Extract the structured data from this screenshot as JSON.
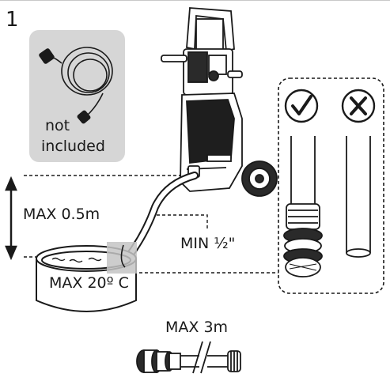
{
  "step_number": "1",
  "hose_note": {
    "line1": "not",
    "line2": "included"
  },
  "labels": {
    "max_height": "MAX 0.5m",
    "min_submersion": "MIN ½\"",
    "max_temperature": "MAX 20º C",
    "max_hose_length": "MAX 3m"
  },
  "filter_options": [
    {
      "name": "check-mark-icon",
      "meaning": "correct"
    },
    {
      "name": "x-mark-icon",
      "meaning": "incorrect"
    }
  ],
  "colors": {
    "ink": "#1a1a1a",
    "panel_gray": "#d6d6d6",
    "filter_box": "#c4c4c4"
  }
}
